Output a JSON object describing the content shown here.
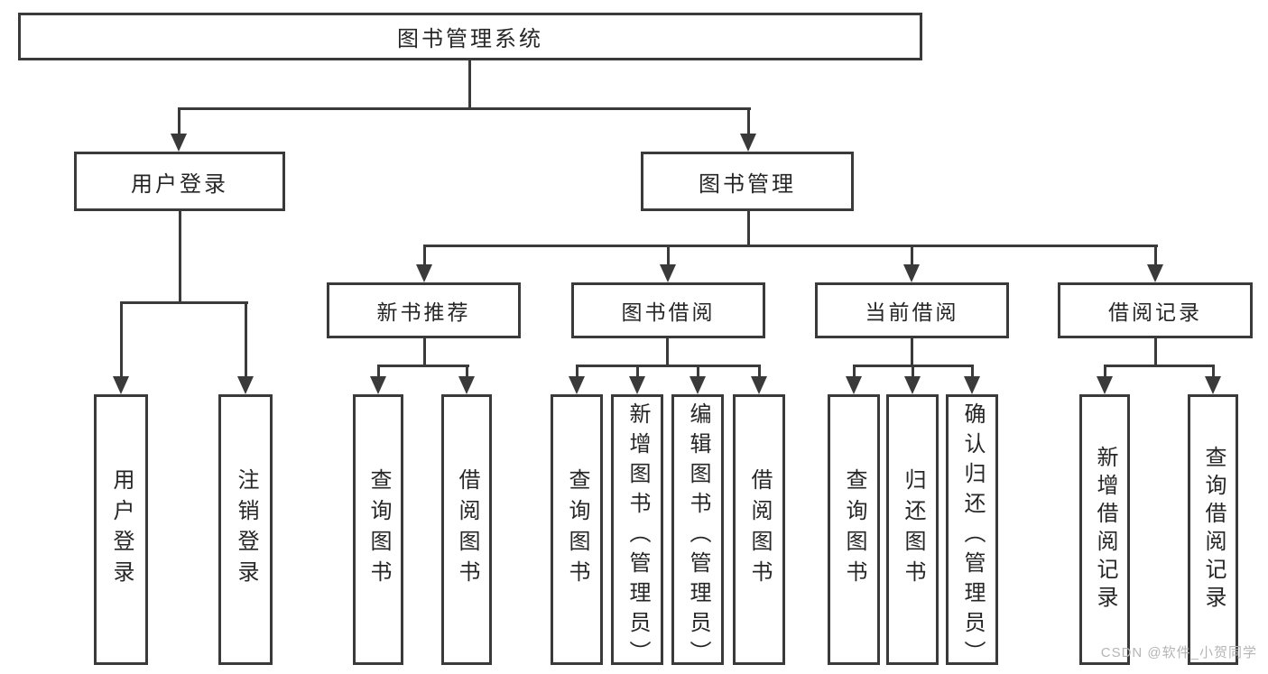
{
  "diagram": {
    "root": {
      "label": "图书管理系统"
    },
    "level2": [
      {
        "label": "用户登录",
        "children": [
          {
            "label": "用户登录"
          },
          {
            "label": "注销登录"
          }
        ]
      },
      {
        "label": "图书管理",
        "children": [
          {
            "label": "新书推荐",
            "children": [
              {
                "label": "查询图书"
              },
              {
                "label": "借阅图书"
              }
            ]
          },
          {
            "label": "图书借阅",
            "children": [
              {
                "label": "查询图书"
              },
              {
                "label": "新增图书（管理员）"
              },
              {
                "label": "编辑图书（管理员）"
              },
              {
                "label": "借阅图书"
              }
            ]
          },
          {
            "label": "当前借阅",
            "children": [
              {
                "label": "查询图书"
              },
              {
                "label": "归还图书"
              },
              {
                "label": "确认归还（管理员）"
              }
            ]
          },
          {
            "label": "借阅记录",
            "children": [
              {
                "label": "新增借阅记录"
              },
              {
                "label": "查询借阅记录"
              }
            ]
          }
        ]
      }
    ]
  },
  "watermark": {
    "text": "CSDN @软件_小贺同学"
  },
  "colors": {
    "line": "#3a3a3a",
    "text": "#262626",
    "watermark": "#b5b5b5",
    "background": "#ffffff"
  }
}
